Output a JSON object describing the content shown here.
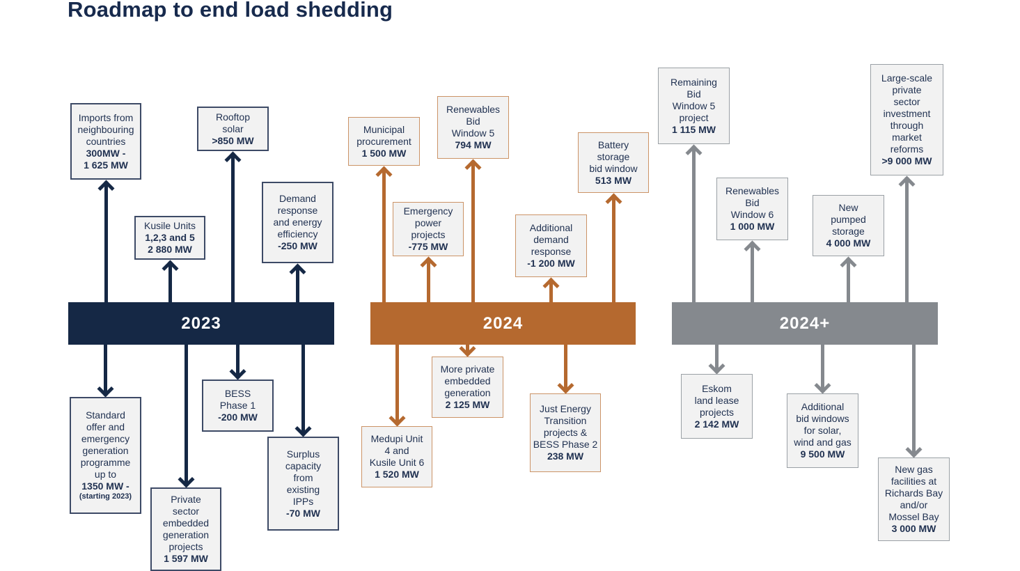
{
  "title": "Roadmap to end load shedding",
  "colors": {
    "title": "#172a4d",
    "text": "#1f3050",
    "navy": "#152845",
    "orange": "#b5692f",
    "gray": "#85898e",
    "navyBorder": "#3d4a66",
    "orangeBorder": "#cb9366",
    "grayBorder": "#9aa0a5",
    "boxBg": "#f2f2f2"
  },
  "sections": [
    {
      "label": "2023",
      "above": [
        {
          "label": "Imports from\nneighbouring\ncountries",
          "value": "300MW -\n1 625 MW"
        },
        {
          "label": "Kusile Units",
          "value": "1,2,3 and 5\n2 880 MW"
        },
        {
          "label": "Rooftop\nsolar",
          "value": ">850 MW"
        },
        {
          "label": "Demand\nresponse\nand energy\nefficiency",
          "value": "-250 MW"
        }
      ],
      "below": [
        {
          "label": "Standard\noffer and\nemergency\ngeneration\nprogramme\nup to",
          "value": "1350 MW -",
          "note": "(starting 2023)"
        },
        {
          "label": "Private\nsector\nembedded\ngeneration\nprojects",
          "value": "1 597 MW"
        },
        {
          "label": "BESS\nPhase 1",
          "value": "-200 MW"
        },
        {
          "label": "Surplus\ncapacity\nfrom\nexisting\nIPPs",
          "value": "-70 MW"
        }
      ]
    },
    {
      "label": "2024",
      "above": [
        {
          "label": "Municipal\nprocurement",
          "value": "1 500 MW"
        },
        {
          "label": "Emergency\npower\nprojects",
          "value": "-775 MW"
        },
        {
          "label": "Renewables\nBid\nWindow 5",
          "value": "794 MW"
        },
        {
          "label": "Additional\ndemand\nresponse",
          "value": "-1 200 MW"
        },
        {
          "label": "Battery\nstorage\nbid window",
          "value": "513 MW"
        }
      ],
      "below": [
        {
          "label": "Medupi Unit\n4 and\nKusile Unit 6",
          "value": "1 520 MW"
        },
        {
          "label": "More private\nembedded\ngeneration",
          "value": "2 125 MW"
        },
        {
          "label": "Just Energy\nTransition\nprojects &\nBESS Phase 2",
          "value": "238 MW"
        }
      ]
    },
    {
      "label": "2024+",
      "above": [
        {
          "label": "Remaining\nBid\nWindow 5\nproject",
          "value": "1 115 MW"
        },
        {
          "label": "Renewables\nBid\nWindow 6",
          "value": "1 000 MW"
        },
        {
          "label": "New\npumped\nstorage",
          "value": "4 000 MW"
        },
        {
          "label": "Large-scale\nprivate\nsector\ninvestment\nthrough\nmarket\nreforms",
          "value": ">9 000 MW"
        }
      ],
      "below": [
        {
          "label": "Eskom\nland lease\nprojects",
          "value": "2 142 MW"
        },
        {
          "label": "Additional\nbid windows\nfor solar,\nwind and gas",
          "value": "9 500 MW"
        },
        {
          "label": "New gas\nfacilities at\nRichards Bay\nand/or\nMossel Bay",
          "value": "3 000 MW"
        }
      ]
    }
  ]
}
